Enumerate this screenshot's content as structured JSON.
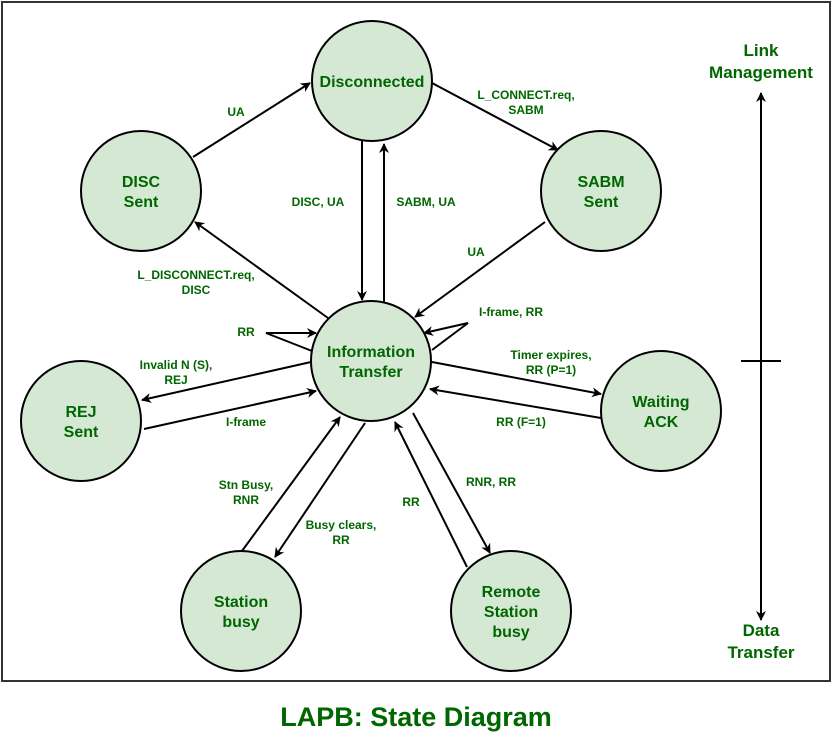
{
  "title": "LAPB: State Diagram",
  "colors": {
    "text": "#006600",
    "state_fill": "#d5e8d4",
    "stroke": "#000000"
  },
  "axis": {
    "top_label": [
      "Link",
      "Management"
    ],
    "bottom_label": [
      "Data",
      "Transfer"
    ]
  },
  "states": [
    {
      "id": "disconnected",
      "lines": [
        "Disconnected"
      ]
    },
    {
      "id": "disc_sent",
      "lines": [
        "DISC",
        "Sent"
      ]
    },
    {
      "id": "sabm_sent",
      "lines": [
        "SABM",
        "Sent"
      ]
    },
    {
      "id": "info_transfer",
      "lines": [
        "Information",
        "Transfer"
      ]
    },
    {
      "id": "rej_sent",
      "lines": [
        "REJ",
        "Sent"
      ]
    },
    {
      "id": "waiting_ack",
      "lines": [
        "Waiting",
        "ACK"
      ]
    },
    {
      "id": "station_busy",
      "lines": [
        "Station",
        "busy"
      ]
    },
    {
      "id": "remote_busy",
      "lines": [
        "Remote",
        "Station",
        "busy"
      ]
    }
  ],
  "transitions": [
    {
      "from": "disc_sent",
      "to": "disconnected",
      "label": [
        "UA"
      ]
    },
    {
      "from": "disconnected",
      "to": "sabm_sent",
      "label": [
        "L_CONNECT.req,",
        "SABM"
      ]
    },
    {
      "from": "disconnected",
      "to": "info_transfer",
      "label": [
        "DISC, UA"
      ]
    },
    {
      "from": "info_transfer",
      "to": "disconnected",
      "label": [
        "SABM, UA"
      ]
    },
    {
      "from": "sabm_sent",
      "to": "info_transfer",
      "label": [
        "UA"
      ]
    },
    {
      "from": "info_transfer",
      "to": "disc_sent",
      "label": [
        "L_DISCONNECT.req,",
        "DISC"
      ]
    },
    {
      "from": "info_transfer",
      "to": "info_transfer",
      "label": [
        "RR"
      ]
    },
    {
      "from": "info_transfer",
      "to": "info_transfer",
      "label": [
        "I-frame, RR"
      ]
    },
    {
      "from": "info_transfer",
      "to": "rej_sent",
      "label": [
        "Invalid N (S),",
        "REJ"
      ]
    },
    {
      "from": "rej_sent",
      "to": "info_transfer",
      "label": [
        "I-frame"
      ]
    },
    {
      "from": "info_transfer",
      "to": "waiting_ack",
      "label": [
        "Timer expires,",
        "RR (P=1)"
      ]
    },
    {
      "from": "waiting_ack",
      "to": "info_transfer",
      "label": [
        "RR (F=1)"
      ]
    },
    {
      "from": "station_busy",
      "to": "info_transfer",
      "label": [
        "Stn Busy,",
        "RNR"
      ]
    },
    {
      "from": "info_transfer",
      "to": "station_busy",
      "label": [
        "Busy clears,",
        "RR"
      ]
    },
    {
      "from": "remote_busy",
      "to": "info_transfer",
      "label": [
        "RR"
      ]
    },
    {
      "from": "info_transfer",
      "to": "remote_busy",
      "label": [
        "RNR, RR"
      ]
    }
  ]
}
